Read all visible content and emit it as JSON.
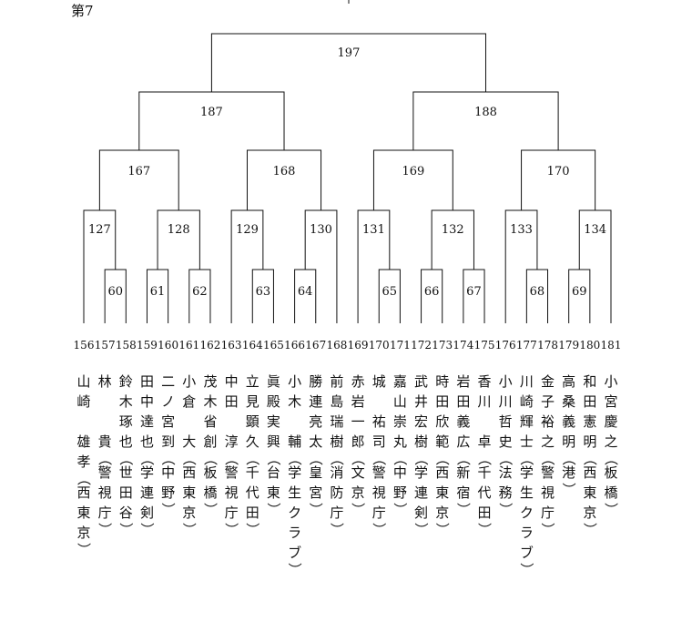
{
  "header_label": "第7",
  "seeds": [
    "156",
    "157",
    "158",
    "159",
    "160",
    "161",
    "162",
    "163",
    "164",
    "165",
    "166",
    "167",
    "168",
    "169",
    "170",
    "171",
    "172",
    "173",
    "174",
    "175",
    "176",
    "177",
    "178",
    "179",
    "180",
    "181"
  ],
  "matches": {
    "r1": [
      "60",
      "61",
      "62",
      "63",
      "64",
      "65",
      "66",
      "67",
      "68",
      "69"
    ],
    "r2": [
      "127",
      "128",
      "129",
      "130",
      "131",
      "132",
      "133",
      "134"
    ],
    "r3": [
      "167",
      "168",
      "169",
      "170"
    ],
    "r4": [
      "187",
      "188"
    ],
    "r5": [
      "197"
    ]
  },
  "players": [
    {
      "name": "山崎　雄孝",
      "org": "（西東京）"
    },
    {
      "name": "林　　貴",
      "org": "（警視庁）"
    },
    {
      "name": "鈴木琢也",
      "org": "（世田谷）"
    },
    {
      "name": "田中達也",
      "org": "（学連剣）"
    },
    {
      "name": "二ノ宮到",
      "org": "（中野）"
    },
    {
      "name": "小倉　大",
      "org": "（西東京）"
    },
    {
      "name": "茂木省創",
      "org": "（板橋）"
    },
    {
      "name": "中田　淳",
      "org": "（警視庁）"
    },
    {
      "name": "立見顕久",
      "org": "（千代田）"
    },
    {
      "name": "眞殿実興",
      "org": "（台東）"
    },
    {
      "name": "小木　輔",
      "org": "（学生クラブ）"
    },
    {
      "name": "勝連亮太",
      "org": "（皇宮）"
    },
    {
      "name": "前島瑞樹",
      "org": "（消防庁）"
    },
    {
      "name": "赤岩一郎",
      "org": "（文京）"
    },
    {
      "name": "城　祐司",
      "org": "（警視庁）"
    },
    {
      "name": "嘉山崇丸",
      "org": "（中野）"
    },
    {
      "name": "武井宏樹",
      "org": "（学連剣）"
    },
    {
      "name": "時田欣範",
      "org": "（西東京）"
    },
    {
      "name": "岩田義広",
      "org": "（新宿）"
    },
    {
      "name": "香川　卓",
      "org": "（千代田）"
    },
    {
      "name": "小川哲史",
      "org": "（法務）"
    },
    {
      "name": "川崎輝士",
      "org": "（学生クラブ）"
    },
    {
      "name": "金子裕之",
      "org": "（警視庁）"
    },
    {
      "name": "高桑義明",
      "org": "（港）"
    },
    {
      "name": "和田憲明",
      "org": "（西東京）"
    },
    {
      "name": "小宮慶之",
      "org": "（板橋）"
    }
  ]
}
